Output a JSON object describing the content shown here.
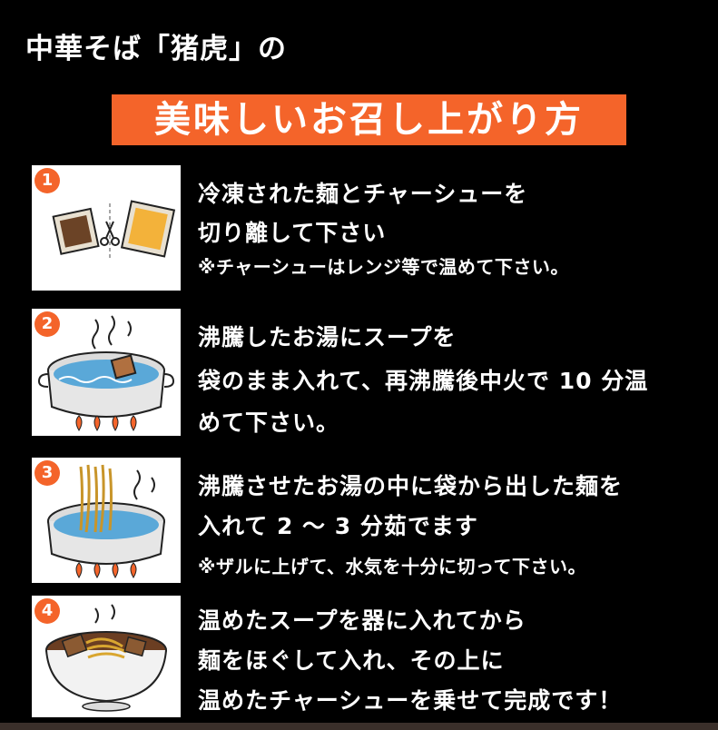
{
  "header": {
    "title": "中華そば「猪虎」の"
  },
  "banner": {
    "title": "美味しいお召し上がり方"
  },
  "steps": [
    {
      "number": "1",
      "lines": [
        "冷凍された麺とチャーシューを",
        "切り離して下さい"
      ],
      "note": "※チャーシューはレンジ等で温めて下さい。",
      "illustration": "scissors-packets-icon"
    },
    {
      "number": "2",
      "lines": [
        "沸騰したお湯にスープを",
        "袋のまま入れて、再沸騰後中火で 10 分温",
        "めて下さい。"
      ],
      "note": "",
      "illustration": "pot-with-packet-icon"
    },
    {
      "number": "3",
      "lines": [
        "沸騰させたお湯の中に袋から出した麺を",
        "入れて 2 〜 3 分茹でます"
      ],
      "note": "※ザルに上げて、水気を十分に切って下さい。",
      "illustration": "pot-with-noodles-icon"
    },
    {
      "number": "4",
      "lines": [
        "温めたスープを器に入れてから",
        "麺をほぐして入れ、その上に",
        "温めたチャーシューを乗せて完成です！"
      ],
      "note": "",
      "illustration": "ramen-bowl-icon"
    }
  ],
  "colors": {
    "accent": "#f4642a",
    "background": "#000000",
    "water": "#5aa8d8",
    "flame": "#f4642a"
  }
}
